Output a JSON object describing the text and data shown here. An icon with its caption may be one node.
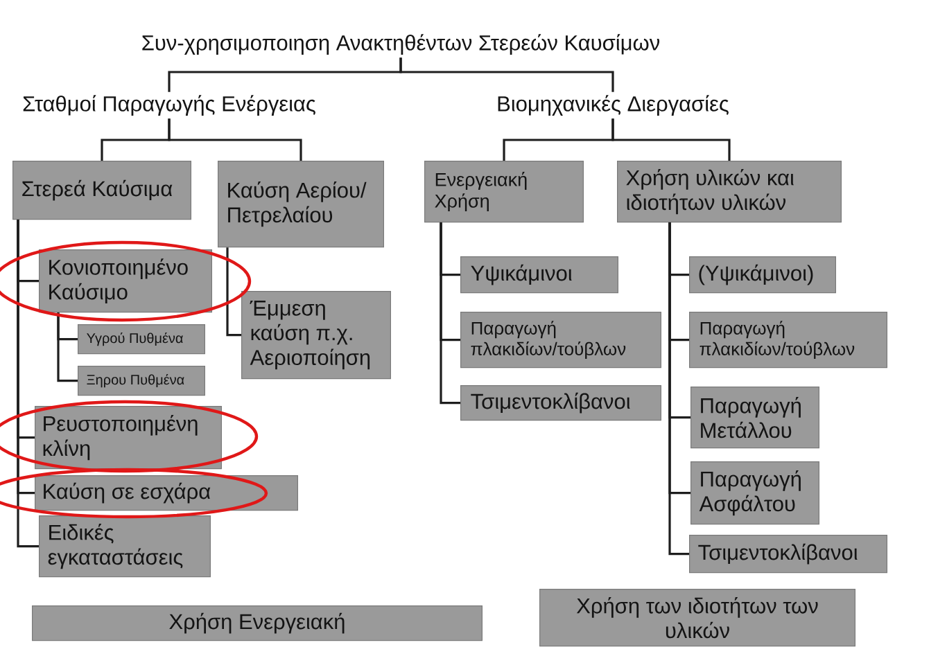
{
  "diagram": {
    "nodes": [
      {
        "text": [
          "Συν-χρησιμοποιηση Ανακτηθέντων Στερεών Καυσίμων"
        ]
      },
      {
        "text": [
          "Σταθμοί Παραγωγής Ενέργειας"
        ]
      },
      {
        "text": [
          "Βιομηχανικές Διεργασίες"
        ]
      },
      {
        "text": [
          "Στερεά Καύσιμα"
        ]
      },
      {
        "text": [
          "Καύση Αερίου/ Πετρελαίου"
        ]
      },
      {
        "text": [
          "Κονιοποιημένο Καύσιμο"
        ]
      },
      {
        "text": [
          "Υγρού Πυθμένα"
        ]
      },
      {
        "text": [
          "Ξηρου Πυθμένα"
        ]
      },
      {
        "text": [
          "Έμμεση καύση π.χ. Αεριοποίηση"
        ]
      },
      {
        "text": [
          "Ρευστοποιημένη κλίνη"
        ]
      },
      {
        "text": [
          "Καύση σε εσχάρα"
        ]
      },
      {
        "text": [
          "Ειδικές εγκαταστάσεις"
        ]
      },
      {
        "text": [
          "Χρήση Ενεργειακή"
        ]
      },
      {
        "text": [
          "Ενεργειακή Χρήση"
        ]
      },
      {
        "text": [
          "Χρήση υλικών και ιδιοτήτων υλικών"
        ]
      },
      {
        "text": [
          "Υψικάμινοι"
        ]
      },
      {
        "text": [
          "Παραγωγή πλακιδίων/τούβλων"
        ]
      },
      {
        "text": [
          "Τσιμεντοκλίβανοι"
        ]
      },
      {
        "text": [
          "(Υψικάμινοι)"
        ]
      },
      {
        "text": [
          "Παραγωγή πλακιδίων/τούβλων"
        ]
      },
      {
        "text": [
          "Παραγωγή Μετάλλου"
        ]
      },
      {
        "text": [
          "Παραγωγή Ασφάλτου"
        ]
      },
      {
        "text": [
          "Τσιμεντοκλίβανοι"
        ]
      },
      {
        "text": [
          "Χρήση των ιδιοτήτων των υλικών"
        ]
      }
    ],
    "edges": [
      {
        "from": 0,
        "to": 1,
        "arrow": "none"
      },
      {
        "from": 0,
        "to": 2,
        "arrow": "none"
      },
      {
        "from": 1,
        "to": 3,
        "arrow": "none"
      },
      {
        "from": 1,
        "to": 4,
        "arrow": "none"
      },
      {
        "from": 2,
        "to": 13,
        "arrow": "none"
      },
      {
        "from": 2,
        "to": 14,
        "arrow": "none"
      },
      {
        "from": 3,
        "to": 5,
        "arrow": "none"
      },
      {
        "from": 3,
        "to": 9,
        "arrow": "none"
      },
      {
        "from": 3,
        "to": 10,
        "arrow": "none"
      },
      {
        "from": 3,
        "to": 11,
        "arrow": "none"
      },
      {
        "from": 5,
        "to": 6,
        "arrow": "none"
      },
      {
        "from": 5,
        "to": 7,
        "arrow": "none"
      },
      {
        "from": 4,
        "to": 8,
        "arrow": "none"
      },
      {
        "from": 13,
        "to": 15,
        "arrow": "none"
      },
      {
        "from": 13,
        "to": 16,
        "arrow": "none"
      },
      {
        "from": 13,
        "to": 17,
        "arrow": "none"
      },
      {
        "from": 14,
        "to": 18,
        "arrow": "none"
      },
      {
        "from": 14,
        "to": 19,
        "arrow": "none"
      },
      {
        "from": 14,
        "to": 20,
        "arrow": "none"
      },
      {
        "from": 14,
        "to": 21,
        "arrow": "none"
      },
      {
        "from": 14,
        "to": 22,
        "arrow": "none"
      }
    ]
  }
}
